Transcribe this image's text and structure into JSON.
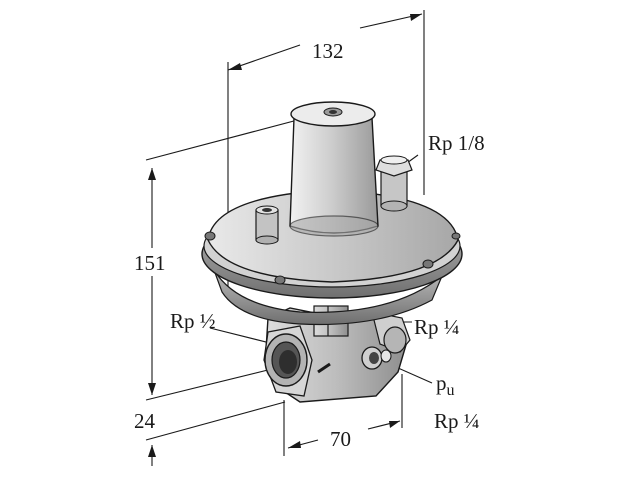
{
  "dimensions": {
    "width_top": "132",
    "height_body": "151",
    "height_offset": "24",
    "width_bottom": "70"
  },
  "connections": {
    "impulse_top": "Rp 1/8",
    "inlet": "Rp ½",
    "outlet": "Rp ¼",
    "pressure_point_symbol": "p",
    "pressure_point_subscript": "u",
    "pressure_point_thread": "Rp ¼"
  }
}
